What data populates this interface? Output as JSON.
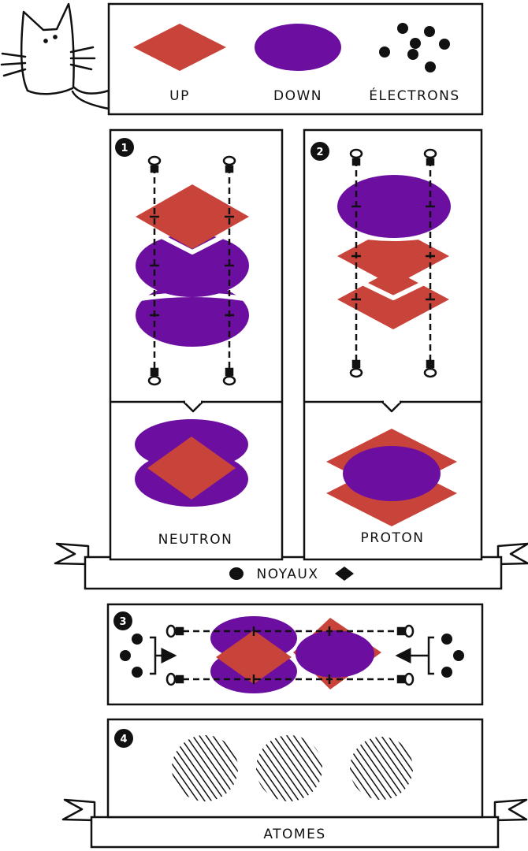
{
  "legend": {
    "up_label": "UP",
    "down_label": "DOWN",
    "electrons_label": "ÉLECTRONS"
  },
  "panels": {
    "step1_number": "1",
    "step2_number": "2",
    "step3_number": "3",
    "step4_number": "4",
    "neutron_label": "NEUTRON",
    "proton_label": "PROTON"
  },
  "banners": {
    "nuclei_label": "NOYAUX",
    "atoms_label": "ATOMES"
  },
  "colors": {
    "up_quark": "#c8443b",
    "down_quark": "#6c0fa0",
    "ink": "#111111",
    "background": "#ffffff"
  },
  "icons": {
    "mascot": "cat-icon",
    "electron": "electron-dot-icon",
    "connector": "pin-connector-icon",
    "arrow": "arrow-icon"
  }
}
